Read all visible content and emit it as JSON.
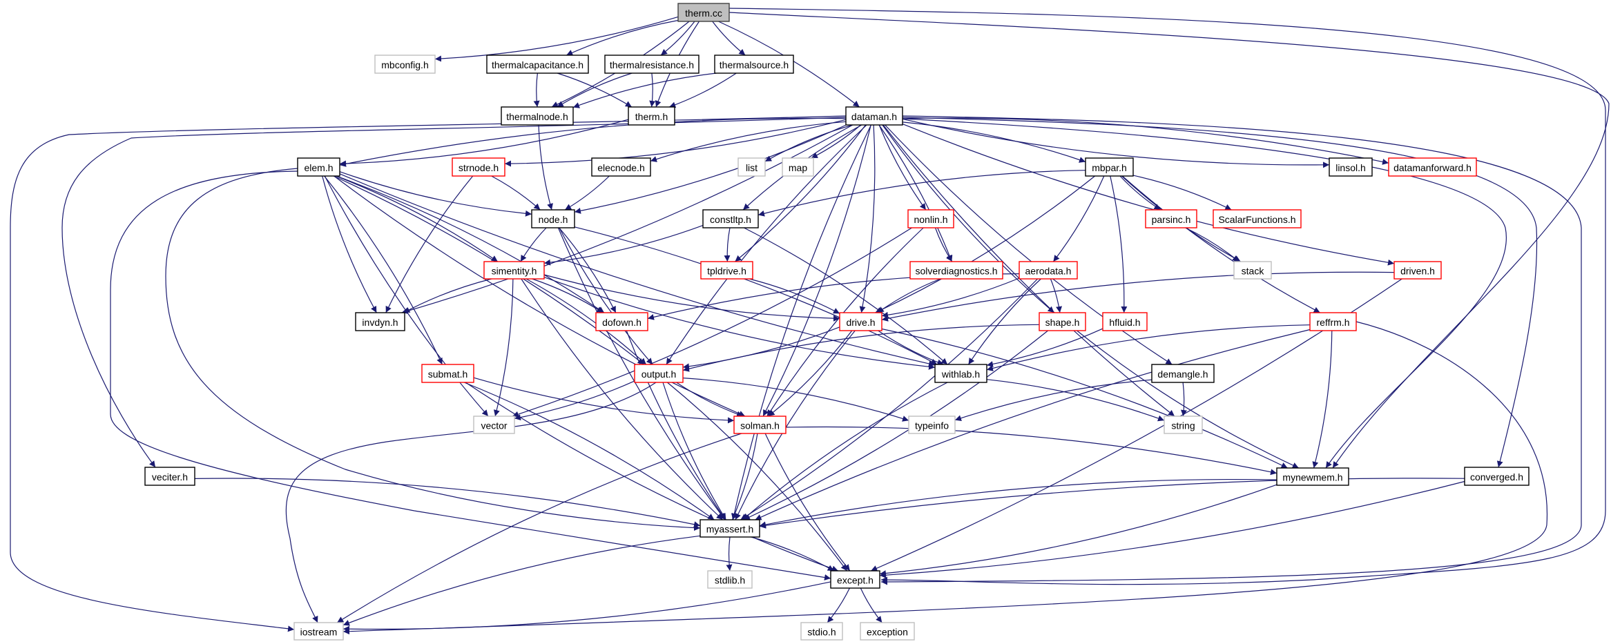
{
  "graph": {
    "title": "therm.cc",
    "type": "include-dependency-graph",
    "colors": {
      "edge": "#191970",
      "root_fill": "#bfbfbf",
      "root_border": "#404040",
      "documented_border": "#000000",
      "undocumented_border": "#ff0000",
      "system_border": "#bfbfbf",
      "node_fill": "#ffffff"
    },
    "nodes": [
      {
        "id": "therm_cc",
        "label": "therm.cc",
        "kind": "root"
      },
      {
        "id": "mbconfig_h",
        "label": "mbconfig.h",
        "kind": "system"
      },
      {
        "id": "thermalcapacitance_h",
        "label": "thermalcapacitance.h",
        "kind": "documented"
      },
      {
        "id": "thermalresistance_h",
        "label": "thermalresistance.h",
        "kind": "documented"
      },
      {
        "id": "thermalsource_h",
        "label": "thermalsource.h",
        "kind": "documented"
      },
      {
        "id": "thermalnode_h",
        "label": "thermalnode.h",
        "kind": "documented"
      },
      {
        "id": "therm_h",
        "label": "therm.h",
        "kind": "documented"
      },
      {
        "id": "dataman_h",
        "label": "dataman.h",
        "kind": "documented"
      },
      {
        "id": "elem_h",
        "label": "elem.h",
        "kind": "documented"
      },
      {
        "id": "strnode_h",
        "label": "strnode.h",
        "kind": "undocumented"
      },
      {
        "id": "elecnode_h",
        "label": "elecnode.h",
        "kind": "documented"
      },
      {
        "id": "list",
        "label": "list",
        "kind": "system"
      },
      {
        "id": "map",
        "label": "map",
        "kind": "system"
      },
      {
        "id": "mbpar_h",
        "label": "mbpar.h",
        "kind": "documented"
      },
      {
        "id": "linsol_h",
        "label": "linsol.h",
        "kind": "documented"
      },
      {
        "id": "datamanforward_h",
        "label": "datamanforward.h",
        "kind": "undocumented"
      },
      {
        "id": "node_h",
        "label": "node.h",
        "kind": "documented"
      },
      {
        "id": "constltp_h",
        "label": "constltp.h",
        "kind": "documented"
      },
      {
        "id": "nonlin_h",
        "label": "nonlin.h",
        "kind": "undocumented"
      },
      {
        "id": "parsinc_h",
        "label": "parsinc.h",
        "kind": "undocumented"
      },
      {
        "id": "scalarfunctions_h",
        "label": "ScalarFunctions.h",
        "kind": "undocumented"
      },
      {
        "id": "simentity_h",
        "label": "simentity.h",
        "kind": "undocumented"
      },
      {
        "id": "tpldrive_h",
        "label": "tpldrive.h",
        "kind": "undocumented"
      },
      {
        "id": "solverdiagnostics_h",
        "label": "solverdiagnostics.h",
        "kind": "undocumented"
      },
      {
        "id": "aerodata_h",
        "label": "aerodata.h",
        "kind": "undocumented"
      },
      {
        "id": "stack",
        "label": "stack",
        "kind": "system"
      },
      {
        "id": "driven_h",
        "label": "driven.h",
        "kind": "undocumented"
      },
      {
        "id": "invdyn_h",
        "label": "invdyn.h",
        "kind": "documented"
      },
      {
        "id": "dofown_h",
        "label": "dofown.h",
        "kind": "undocumented"
      },
      {
        "id": "drive_h",
        "label": "drive.h",
        "kind": "undocumented"
      },
      {
        "id": "shape_h",
        "label": "shape.h",
        "kind": "undocumented"
      },
      {
        "id": "hfluid_h",
        "label": "hfluid.h",
        "kind": "undocumented"
      },
      {
        "id": "reffrm_h",
        "label": "reffrm.h",
        "kind": "undocumented"
      },
      {
        "id": "submat_h",
        "label": "submat.h",
        "kind": "undocumented"
      },
      {
        "id": "output_h",
        "label": "output.h",
        "kind": "undocumented"
      },
      {
        "id": "withlab_h",
        "label": "withlab.h",
        "kind": "documented"
      },
      {
        "id": "demangle_h",
        "label": "demangle.h",
        "kind": "documented"
      },
      {
        "id": "vector",
        "label": "vector",
        "kind": "system"
      },
      {
        "id": "solman_h",
        "label": "solman.h",
        "kind": "undocumented"
      },
      {
        "id": "typeinfo",
        "label": "typeinfo",
        "kind": "system"
      },
      {
        "id": "string",
        "label": "string",
        "kind": "system"
      },
      {
        "id": "veciter_h",
        "label": "veciter.h",
        "kind": "documented"
      },
      {
        "id": "mynewmem_h",
        "label": "mynewmem.h",
        "kind": "documented"
      },
      {
        "id": "converged_h",
        "label": "converged.h",
        "kind": "documented"
      },
      {
        "id": "myassert_h",
        "label": "myassert.h",
        "kind": "documented"
      },
      {
        "id": "stdlib_h",
        "label": "stdlib.h",
        "kind": "system"
      },
      {
        "id": "except_h",
        "label": "except.h",
        "kind": "documented"
      },
      {
        "id": "stdio_h",
        "label": "stdio.h",
        "kind": "system"
      },
      {
        "id": "exception",
        "label": "exception",
        "kind": "system"
      },
      {
        "id": "iostream",
        "label": "iostream",
        "kind": "system"
      }
    ],
    "edges": [
      [
        "therm_cc",
        "mbconfig_h"
      ],
      [
        "therm_cc",
        "thermalcapacitance_h"
      ],
      [
        "therm_cc",
        "thermalresistance_h"
      ],
      [
        "therm_cc",
        "thermalsource_h"
      ],
      [
        "therm_cc",
        "thermalnode_h"
      ],
      [
        "therm_cc",
        "therm_h"
      ],
      [
        "therm_cc",
        "dataman_h"
      ],
      [
        "therm_cc",
        "except_h"
      ],
      [
        "therm_cc",
        "mynewmem_h"
      ],
      [
        "thermalcapacitance_h",
        "thermalnode_h"
      ],
      [
        "thermalcapacitance_h",
        "therm_h"
      ],
      [
        "thermalresistance_h",
        "thermalnode_h"
      ],
      [
        "thermalresistance_h",
        "therm_h"
      ],
      [
        "thermalsource_h",
        "thermalnode_h"
      ],
      [
        "thermalsource_h",
        "therm_h"
      ],
      [
        "thermalnode_h",
        "node_h"
      ],
      [
        "therm_h",
        "elem_h"
      ],
      [
        "dataman_h",
        "elem_h"
      ],
      [
        "dataman_h",
        "strnode_h"
      ],
      [
        "dataman_h",
        "elecnode_h"
      ],
      [
        "dataman_h",
        "node_h"
      ],
      [
        "dataman_h",
        "list"
      ],
      [
        "dataman_h",
        "map"
      ],
      [
        "dataman_h",
        "constltp_h"
      ],
      [
        "dataman_h",
        "tpldrive_h"
      ],
      [
        "dataman_h",
        "output_h"
      ],
      [
        "dataman_h",
        "drive_h"
      ],
      [
        "dataman_h",
        "nonlin_h"
      ],
      [
        "dataman_h",
        "solverdiagnostics_h"
      ],
      [
        "dataman_h",
        "shape_h"
      ],
      [
        "dataman_h",
        "mbpar_h"
      ],
      [
        "dataman_h",
        "linsol_h"
      ],
      [
        "dataman_h",
        "datamanforward_h"
      ],
      [
        "dataman_h",
        "driven_h"
      ],
      [
        "dataman_h",
        "converged_h"
      ],
      [
        "dataman_h",
        "mynewmem_h"
      ],
      [
        "dataman_h",
        "except_h"
      ],
      [
        "dataman_h",
        "string"
      ],
      [
        "dataman_h",
        "solman_h"
      ],
      [
        "dataman_h",
        "demangle_h"
      ],
      [
        "dataman_h",
        "invdyn_h"
      ],
      [
        "dataman_h",
        "veciter_h"
      ],
      [
        "dataman_h",
        "iostream"
      ],
      [
        "dataman_h",
        "myassert_h"
      ],
      [
        "dataman_h",
        "drive_h"
      ],
      [
        "elem_h",
        "node_h"
      ],
      [
        "elem_h",
        "simentity_h"
      ],
      [
        "elem_h",
        "invdyn_h"
      ],
      [
        "elem_h",
        "dofown_h"
      ],
      [
        "elem_h",
        "withlab_h"
      ],
      [
        "elem_h",
        "output_h"
      ],
      [
        "elem_h",
        "solman_h"
      ],
      [
        "elem_h",
        "submat_h"
      ],
      [
        "elem_h",
        "vector"
      ],
      [
        "elem_h",
        "myassert_h"
      ],
      [
        "elem_h",
        "except_h"
      ],
      [
        "strnode_h",
        "node_h"
      ],
      [
        "strnode_h",
        "invdyn_h"
      ],
      [
        "elecnode_h",
        "node_h"
      ],
      [
        "node_h",
        "simentity_h"
      ],
      [
        "node_h",
        "dofown_h"
      ],
      [
        "node_h",
        "output_h"
      ],
      [
        "node_h",
        "withlab_h"
      ],
      [
        "node_h",
        "myassert_h"
      ],
      [
        "constltp_h",
        "simentity_h"
      ],
      [
        "constltp_h",
        "tpldrive_h"
      ],
      [
        "constltp_h",
        "withlab_h"
      ],
      [
        "mbpar_h",
        "constltp_h"
      ],
      [
        "mbpar_h",
        "aerodata_h"
      ],
      [
        "mbpar_h",
        "parsinc_h"
      ],
      [
        "mbpar_h",
        "scalarfunctions_h"
      ],
      [
        "mbpar_h",
        "stack"
      ],
      [
        "mbpar_h",
        "hfluid_h"
      ],
      [
        "mbpar_h",
        "reffrm_h"
      ],
      [
        "mbpar_h",
        "drive_h"
      ],
      [
        "nonlin_h",
        "solverdiagnostics_h"
      ],
      [
        "nonlin_h",
        "vector"
      ],
      [
        "nonlin_h",
        "solman_h"
      ],
      [
        "parsinc_h",
        "stack"
      ],
      [
        "simentity_h",
        "invdyn_h"
      ],
      [
        "simentity_h",
        "dofown_h"
      ],
      [
        "simentity_h",
        "drive_h"
      ],
      [
        "simentity_h",
        "output_h"
      ],
      [
        "simentity_h",
        "withlab_h"
      ],
      [
        "simentity_h",
        "vector"
      ],
      [
        "simentity_h",
        "myassert_h"
      ],
      [
        "tpldrive_h",
        "drive_h"
      ],
      [
        "solverdiagnostics_h",
        "drive_h"
      ],
      [
        "aerodata_h",
        "drive_h"
      ],
      [
        "aerodata_h",
        "dofown_h"
      ],
      [
        "aerodata_h",
        "shape_h"
      ],
      [
        "aerodata_h",
        "withlab_h"
      ],
      [
        "aerodata_h",
        "myassert_h"
      ],
      [
        "driven_h",
        "drive_h"
      ],
      [
        "driven_h",
        "except_h"
      ],
      [
        "dofown_h",
        "myassert_h"
      ],
      [
        "drive_h",
        "output_h"
      ],
      [
        "drive_h",
        "withlab_h"
      ],
      [
        "drive_h",
        "solman_h"
      ],
      [
        "drive_h",
        "myassert_h"
      ],
      [
        "drive_h",
        "mynewmem_h"
      ],
      [
        "shape_h",
        "output_h"
      ],
      [
        "shape_h",
        "myassert_h"
      ],
      [
        "shape_h",
        "mynewmem_h"
      ],
      [
        "hfluid_h",
        "withlab_h"
      ],
      [
        "reffrm_h",
        "withlab_h"
      ],
      [
        "reffrm_h",
        "mynewmem_h"
      ],
      [
        "reffrm_h",
        "myassert_h"
      ],
      [
        "reffrm_h",
        "iostream"
      ],
      [
        "submat_h",
        "solman_h"
      ],
      [
        "submat_h",
        "myassert_h"
      ],
      [
        "submat_h",
        "except_h"
      ],
      [
        "output_h",
        "vector"
      ],
      [
        "output_h",
        "solman_h"
      ],
      [
        "output_h",
        "typeinfo"
      ],
      [
        "output_h",
        "myassert_h"
      ],
      [
        "output_h",
        "except_h"
      ],
      [
        "output_h",
        "iostream"
      ],
      [
        "withlab_h",
        "string"
      ],
      [
        "withlab_h",
        "myassert_h"
      ],
      [
        "demangle_h",
        "string"
      ],
      [
        "demangle_h",
        "typeinfo"
      ],
      [
        "solman_h",
        "myassert_h"
      ],
      [
        "solman_h",
        "except_h"
      ],
      [
        "solman_h",
        "mynewmem_h"
      ],
      [
        "solman_h",
        "iostream"
      ],
      [
        "veciter_h",
        "myassert_h"
      ],
      [
        "mynewmem_h",
        "myassert_h"
      ],
      [
        "mynewmem_h",
        "except_h"
      ],
      [
        "converged_h",
        "myassert_h"
      ],
      [
        "converged_h",
        "except_h"
      ],
      [
        "myassert_h",
        "stdlib_h"
      ],
      [
        "myassert_h",
        "except_h"
      ],
      [
        "myassert_h",
        "iostream"
      ],
      [
        "except_h",
        "stdio_h"
      ],
      [
        "except_h",
        "exception"
      ],
      [
        "except_h",
        "iostream"
      ]
    ]
  }
}
